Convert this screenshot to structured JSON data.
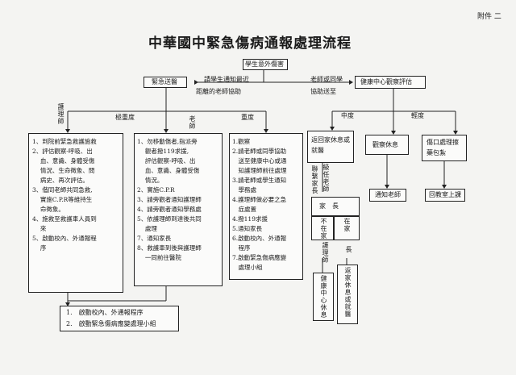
{
  "annex": "附件 二",
  "title": "中華國中緊急傷病通報處理流程",
  "nodes": {
    "student_injury": "學生意外傷害",
    "emergency_transfer": "緊急送醫",
    "health_center": "健康中心觀察評估",
    "very_serious": "極重度",
    "serious": "重度",
    "moderate": "中度",
    "mild": "輕度",
    "nurse": "護理師",
    "teacher": "老師",
    "return_home": "返回家休息或就醫",
    "observe_rest": "觀察休息",
    "wound_care": "傷口處理擦藥包紮",
    "notify_teacher": "通知老師",
    "return_class": "回教室上課",
    "contact_parent": "聯繫家長",
    "homeroom_teacher": "級任老師",
    "parent": "家　長",
    "not_home": "不在家",
    "at_home": "在家",
    "nurse2": "護理師",
    "parent2": "長",
    "health_center_rest": "健康中心休息",
    "return_home_rest": "返家休息或就醫"
  },
  "edge_labels": {
    "notify_nearby": "請學生通知最近",
    "nearby_teacher": "距離的老師協助",
    "teacher_classmate": "老師或同學",
    "assist_send": "協助送至"
  },
  "col_nurse": "1、到院前緊急救護施救\n2、評估觀察-呼吸、出\n　 血、意識、身體受傷\n　 情況、生命徵象、問\n　 病史、再次評估。\n3、偕同老師共同急救,\n　 實施C.P.R等維持生\n　 命徵象。\n4、施救至救護車人員到\n　 來\n5、啟動校內、外通報程\n　 序",
  "col_teacher": "1、勿移動傷者,指派旁\n　 觀者撥119求援,\n　 評估觀察-呼吸、出\n　 血、意識、身體受傷\n　 情況。\n2、實施C.P.R\n3、請旁觀者通知護理師\n4、請旁觀者通知學務處\n5、依護理師到達後共同\n　 處理\n7、通知家長\n8、救護車到後與護理師\n　 一同前往醫院",
  "col_serious": "1.觀察\n2.請老師或同學協助\n　送至健康中心或通\n　知護理師前往處理\n3.請老師或學生通知\n　學務處\n4.護理師做必要之急\n　症處置\n4.撥119求援\n5.通知家長\n6.啟動校內、外通報\n　程序\n7.啟動緊急傷病應變\n　處理小組",
  "bottom_list": [
    "1.　啟動校內、外通報程序",
    "2.　啟動緊急傷病應變處理小組"
  ]
}
